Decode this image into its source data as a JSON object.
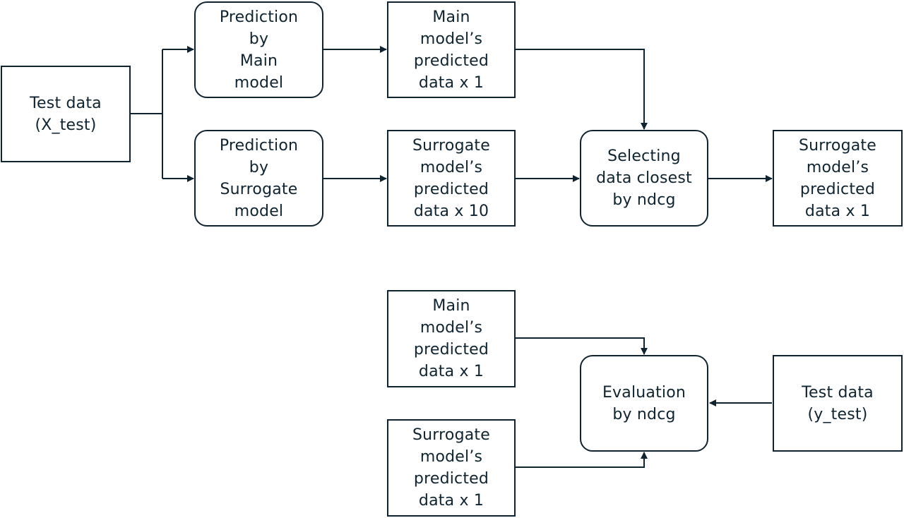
{
  "top_flow": {
    "test_data_x": [
      "Test data",
      "(X_test)"
    ],
    "prediction_main": [
      "Prediction",
      "by",
      "Main",
      "model"
    ],
    "main_pred_1": [
      "Main",
      "model’s",
      "predicted",
      "data x 1"
    ],
    "prediction_surrogate": [
      "Prediction",
      "by",
      "Surrogate",
      "model"
    ],
    "surrogate_pred_10": [
      "Surrogate",
      "model’s",
      "predicted",
      "data x 10"
    ],
    "selecting": [
      "Selecting",
      "data closest",
      "by ndcg"
    ],
    "surrogate_pred_1": [
      "Surrogate",
      "model’s",
      "predicted",
      "data x 1"
    ]
  },
  "bottom_flow": {
    "main_pred_1": [
      "Main",
      "model’s",
      "predicted",
      "data x 1"
    ],
    "evaluation": [
      "Evaluation",
      "by ndcg"
    ],
    "test_data_y": [
      "Test data",
      "(y_test)"
    ],
    "surrogate_pred_1": [
      "Surrogate",
      "model’s",
      "predicted",
      "data x 1"
    ]
  },
  "colors": {
    "ink": "#0f2430",
    "background": "#ffffff"
  }
}
